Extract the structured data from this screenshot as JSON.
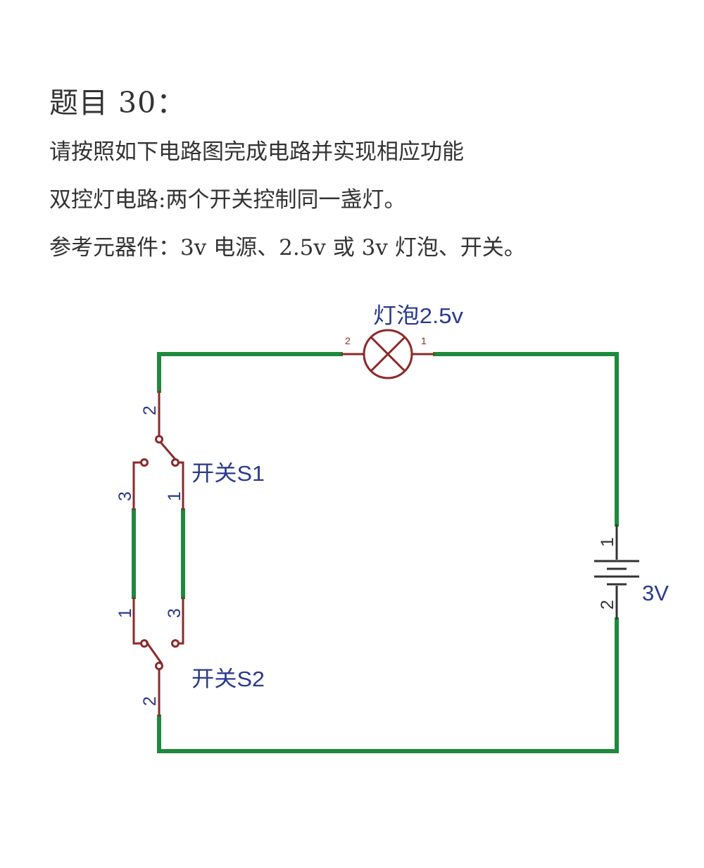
{
  "header": {
    "title": "题目 30：",
    "line1": "请按照如下电路图完成电路并实现相应功能",
    "line2": "双控灯电路:两个开关控制同一盏灯。",
    "line3": "参考元器件：3v 电源、2.5v 或 3v 灯泡、开关。"
  },
  "diagram": {
    "lamp": {
      "label": "灯泡2.5v",
      "pin_left": "2",
      "pin_right": "1"
    },
    "switch1": {
      "label": "开关S1",
      "pin_top": "2",
      "pin_left": "3",
      "pin_right": "1"
    },
    "switch2": {
      "label": "开关S2",
      "pin_bottom": "2",
      "pin_left": "1",
      "pin_right": "3"
    },
    "battery": {
      "label": "3V",
      "pin_top": "1",
      "pin_bottom": "2"
    },
    "colors": {
      "wire": "#1e8a3c",
      "component": "#8b2a2a",
      "label": "#2b3a8a",
      "text": "#333333"
    }
  }
}
